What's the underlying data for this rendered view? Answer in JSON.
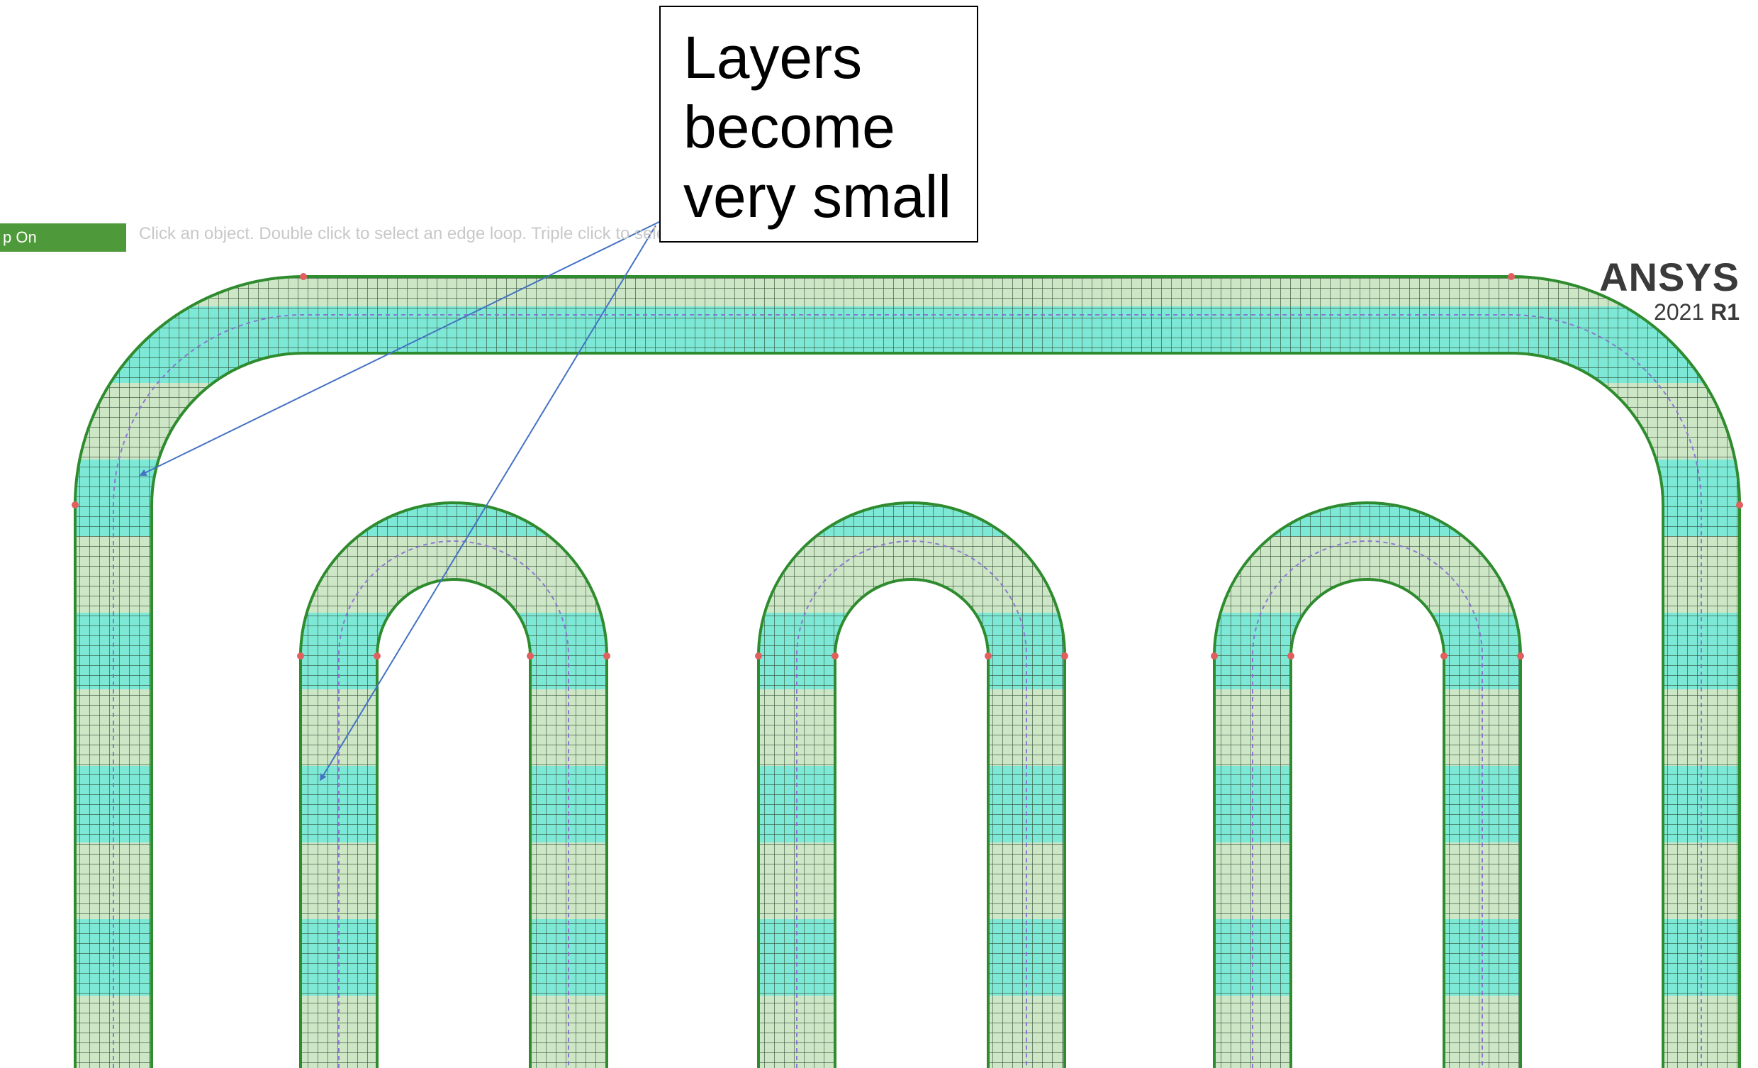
{
  "status_bar": {
    "label": "p On",
    "hint": "Click an object. Double click to select an edge loop. Triple click to select a solid."
  },
  "callout": {
    "lines": [
      "Layers",
      "become",
      "very small"
    ]
  },
  "logo": {
    "brand": "ANSYS",
    "year": "2021",
    "release": "R1"
  },
  "colors": {
    "band_a": "#7ee8d6",
    "band_b": "#cde6c6",
    "outline": "#2e8b2e",
    "grid_line": "#2e4a33",
    "vertex": "#e06060",
    "inner_edge": "#8a6bd1",
    "arrow": "#4472c4"
  }
}
